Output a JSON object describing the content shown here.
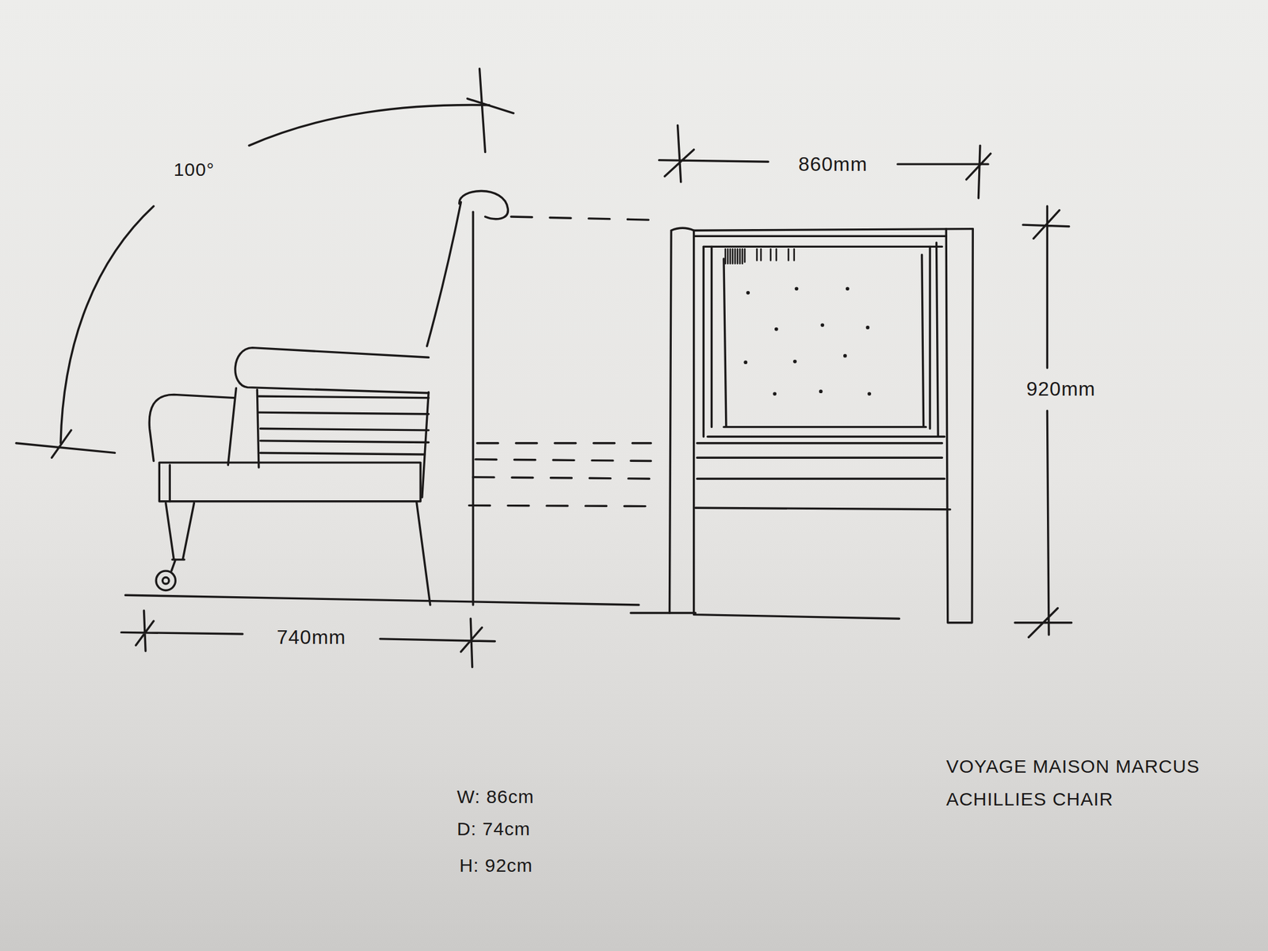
{
  "diagram": {
    "labels": [
      "100°",
      "860mm",
      "920mm",
      "740mm",
      "W: 86cm",
      "D: 74cm",
      "H: 92cm",
      "VOYAGE MAISON MARCUS ACHILLIES CHAIR"
    ]
  }
}
